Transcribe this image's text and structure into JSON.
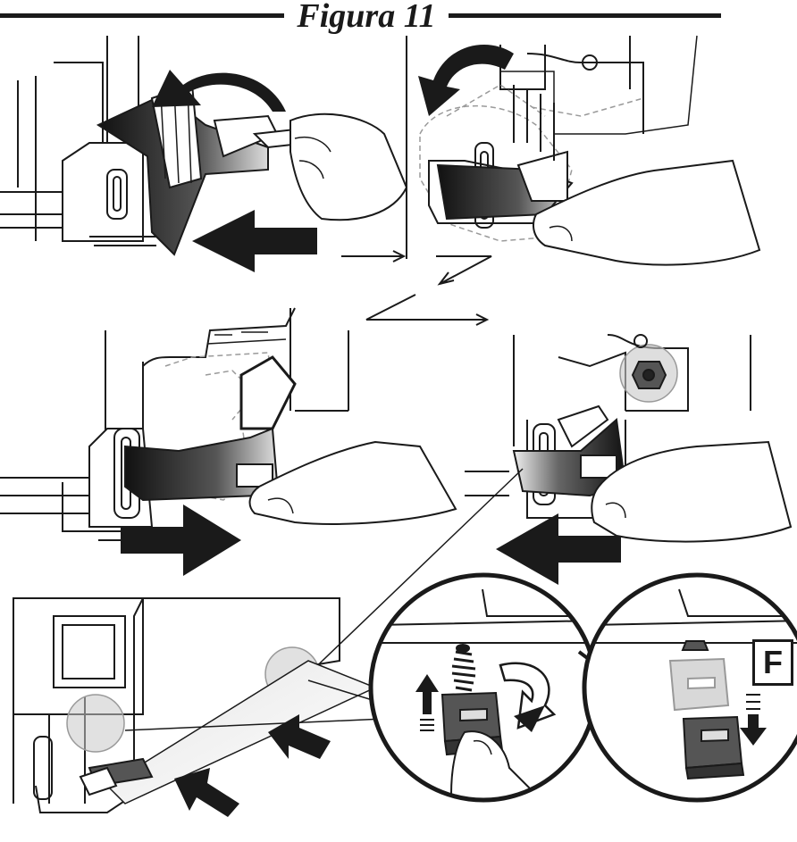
{
  "figure": {
    "title": "Figura 11",
    "callout_label": "F"
  },
  "colors": {
    "ink": "#1a1a1a",
    "dashed": "#9a9a9a",
    "highlight": "#c8c8c8",
    "part_dark": "#3a3a3a",
    "part_light": "#d8d8d8"
  },
  "steps": [
    {
      "name": "step-1-lift-bracket",
      "icons": [
        "curved-arrow-icon",
        "left-arrow-icon",
        "hand-icon"
      ]
    },
    {
      "name": "step-2-rotate-bracket",
      "icons": [
        "curved-arrow-icon",
        "hand-icon"
      ]
    },
    {
      "name": "step-3-slide-bracket-right",
      "icons": [
        "right-arrow-icon",
        "hand-icon"
      ]
    },
    {
      "name": "step-4-slide-bracket-left",
      "icons": [
        "left-arrow-icon",
        "hand-icon"
      ]
    },
    {
      "name": "step-5-detail",
      "icons": [
        "push-arrow-icon",
        "rotate-arrow-icon",
        "down-arrow-icon",
        "hand-icon"
      ]
    }
  ]
}
